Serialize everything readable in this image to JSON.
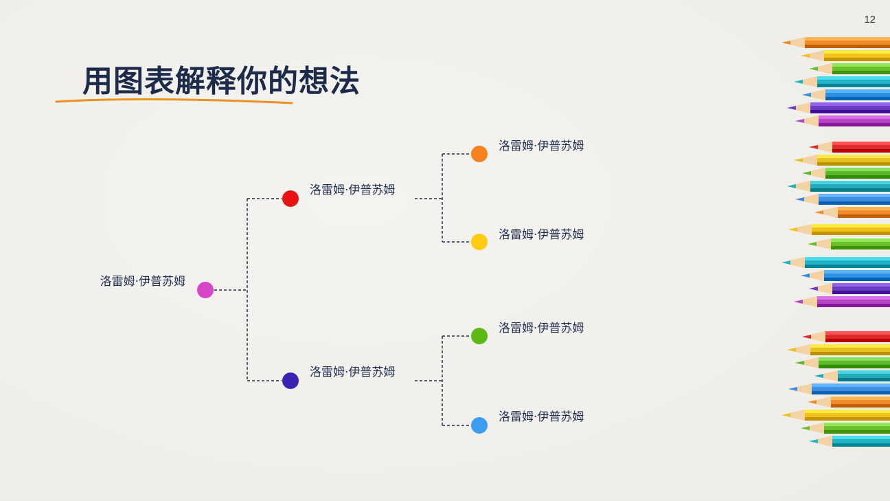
{
  "page": {
    "number": "12",
    "title": "用图表解释你的想法"
  },
  "diagram": {
    "root": {
      "label": "洛雷姆·伊普苏姆",
      "color": "#d746c8"
    },
    "branches": [
      {
        "label": "洛雷姆·伊普苏姆",
        "color": "#e81414",
        "children": [
          {
            "label": "洛雷姆·伊普苏姆",
            "color": "#f5821f"
          },
          {
            "label": "洛雷姆·伊普苏姆",
            "color": "#ffcc14"
          }
        ]
      },
      {
        "label": "洛雷姆·伊普苏姆",
        "color": "#3a24b4",
        "children": [
          {
            "label": "洛雷姆·伊普苏姆",
            "color": "#5cb814"
          },
          {
            "label": "洛雷姆·伊普苏姆",
            "color": "#3c9cf0"
          }
        ]
      }
    ],
    "line_color": "#1f2d4d"
  },
  "decoration": {
    "pencil_colors": [
      "#f08c2c",
      "#f2c21c",
      "#6abf2a",
      "#22b3c4",
      "#2f8fe0",
      "#6a3cc4",
      "#b245c4",
      "#e0282c",
      "#e8c020",
      "#5cb82c",
      "#22aab8",
      "#3c8ce0"
    ],
    "underline_color": "#f0901e"
  }
}
